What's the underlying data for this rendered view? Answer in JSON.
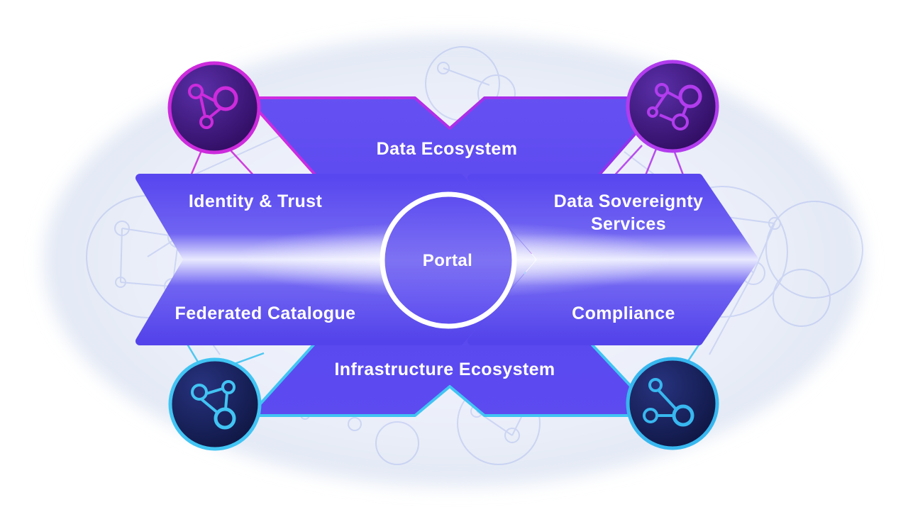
{
  "diagram": {
    "banners": {
      "top": "Data Ecosystem",
      "bottom": "Infrastructure Ecosystem"
    },
    "bands": {
      "left_top": "Identity & Trust",
      "left_bottom": "Federated Catalogue",
      "right_top_line1": "Data Sovereignty",
      "right_top_line2": "Services",
      "right_bottom": "Compliance"
    },
    "center": {
      "portal": "Portal"
    },
    "icons": {
      "top_left": "molecule-network-icon",
      "top_right": "molecule-network-icon",
      "bottom_left": "molecule-network-icon",
      "bottom_right": "molecule-network-icon"
    },
    "colors": {
      "band_indigo": "#5747ee",
      "band_shine": "#eef0ff",
      "top_accent_magenta": "#cd2bdc",
      "top_accent_purple": "#9a3bf0",
      "bottom_accent_cyan": "#3fc3f2",
      "node_dark_purple": "#2e0b5e",
      "node_dark_navy": "#0e1540",
      "portal_ring": "#ffffff",
      "background_tint": "#dfe6f3",
      "text": "#ffffff"
    }
  }
}
